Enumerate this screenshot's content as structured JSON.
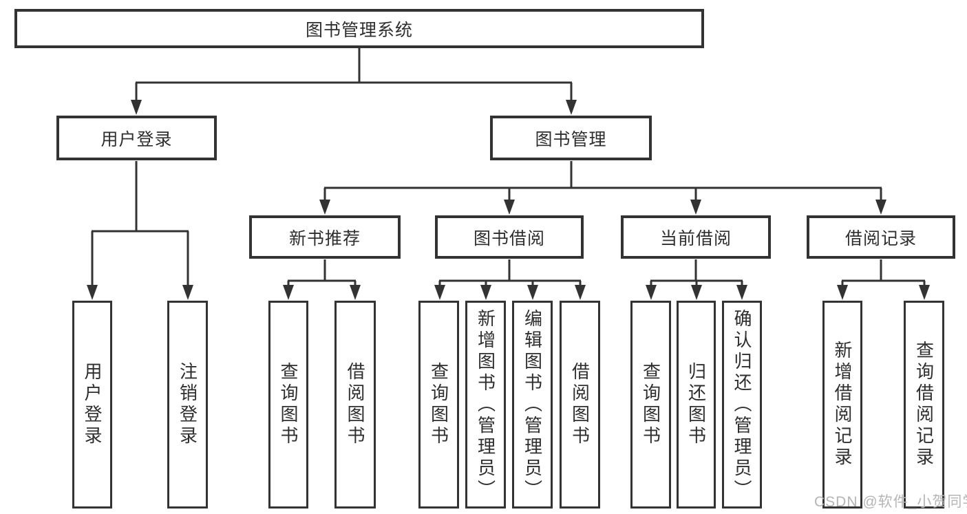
{
  "diagram": {
    "root": {
      "label": "图书管理系统"
    },
    "user_login": {
      "label": "用户登录",
      "children": [
        {
          "label": "用户登录"
        },
        {
          "label": "注销登录"
        }
      ]
    },
    "book_management": {
      "label": "图书管理",
      "modules": [
        {
          "label": "新书推荐",
          "children": [
            {
              "label": "查询图书"
            },
            {
              "label": "借阅图书"
            }
          ]
        },
        {
          "label": "图书借阅",
          "children": [
            {
              "label": "查询图书"
            },
            {
              "label": "新增图书（管理员）"
            },
            {
              "label": "编辑图书（管理员）"
            },
            {
              "label": "借阅图书"
            }
          ]
        },
        {
          "label": "当前借阅",
          "children": [
            {
              "label": "查询图书"
            },
            {
              "label": "归还图书"
            },
            {
              "label": "确认归还（管理员）"
            }
          ]
        },
        {
          "label": "借阅记录",
          "children": [
            {
              "label": "新增借阅记录"
            },
            {
              "label": "查询借阅记录"
            }
          ]
        }
      ]
    }
  },
  "watermark": {
    "text": "CSDN @软件_小贺同学"
  },
  "colors": {
    "line": "#333333",
    "box_border": "#333333",
    "text": "#2e2e2e",
    "watermark": "#b5b5b5",
    "background": "#ffffff"
  }
}
